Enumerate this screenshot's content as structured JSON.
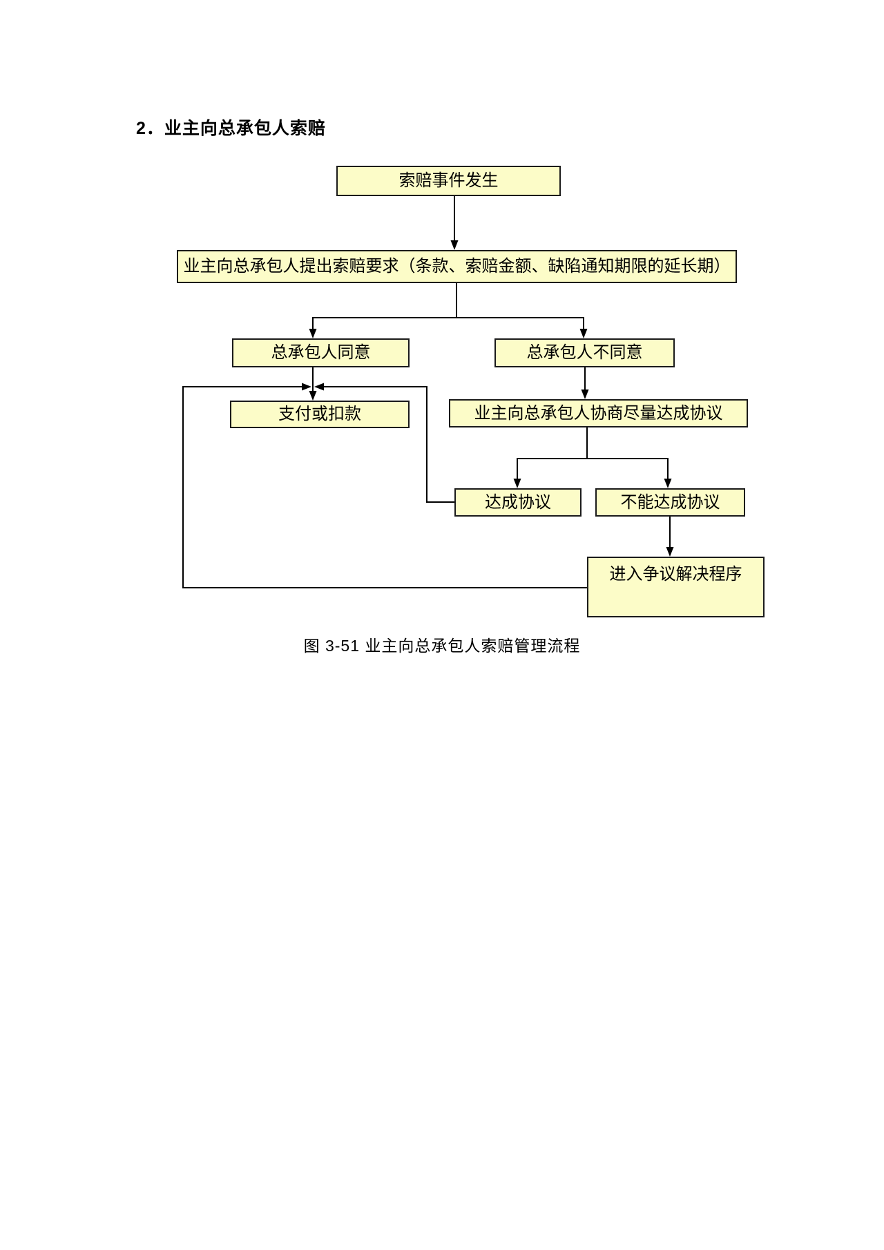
{
  "page": {
    "background": "#FFFFFF",
    "heading": "2．业主向总承包人索赔",
    "caption": "图 3-51 业主向总承包人索赔管理流程"
  },
  "flowchart": {
    "colors": {
      "node_fill": "#FCFCC8",
      "node_border": "#1A1A1A",
      "connector": "#000000",
      "text": "#000000"
    },
    "nodes": [
      {
        "id": "claim-event",
        "label": "索赔事件发生"
      },
      {
        "id": "owner-claim-request",
        "label": "业主向总承包人提出索赔要求（条款、索赔金额、缺陷通知期限的延长期）"
      },
      {
        "id": "contractor-agrees",
        "label": "总承包人同意"
      },
      {
        "id": "contractor-disagrees",
        "label": "总承包人不同意"
      },
      {
        "id": "pay-or-deduct",
        "label": "支付或扣款"
      },
      {
        "id": "negotiate-agreement",
        "label": "业主向总承包人协商尽量达成协议"
      },
      {
        "id": "agreement-reached",
        "label": "达成协议"
      },
      {
        "id": "agreement-not-reached",
        "label": "不能达成协议"
      },
      {
        "id": "dispute-resolution",
        "label": "进入争议解决程序"
      }
    ],
    "edges": [
      {
        "from": "claim-event",
        "to": "owner-claim-request"
      },
      {
        "from": "owner-claim-request",
        "to": "contractor-agrees"
      },
      {
        "from": "owner-claim-request",
        "to": "contractor-disagrees"
      },
      {
        "from": "contractor-agrees",
        "to": "pay-or-deduct"
      },
      {
        "from": "contractor-disagrees",
        "to": "negotiate-agreement"
      },
      {
        "from": "negotiate-agreement",
        "to": "agreement-reached"
      },
      {
        "from": "negotiate-agreement",
        "to": "agreement-not-reached"
      },
      {
        "from": "agreement-reached",
        "to": "pay-or-deduct"
      },
      {
        "from": "agreement-not-reached",
        "to": "dispute-resolution"
      },
      {
        "from": "dispute-resolution",
        "to": "pay-or-deduct"
      }
    ]
  }
}
